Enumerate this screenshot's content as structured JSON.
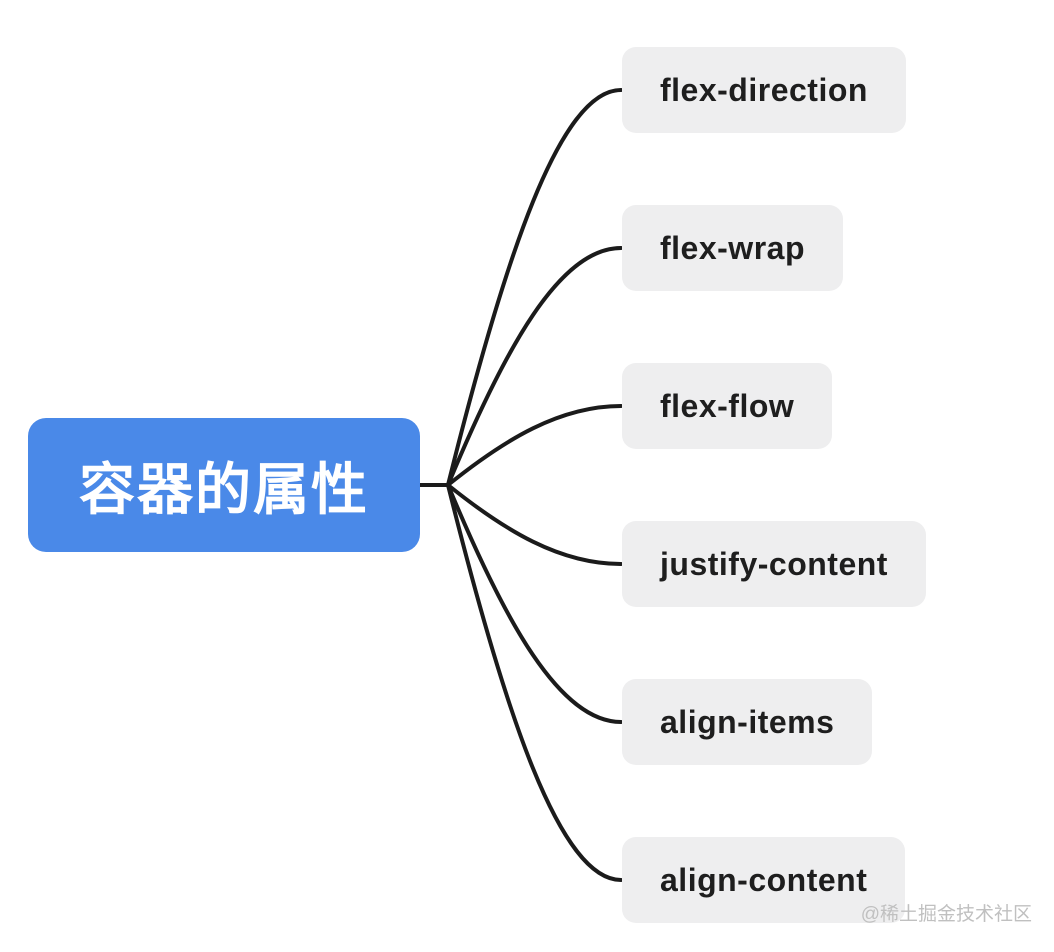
{
  "diagram": {
    "type": "mindmap",
    "root": {
      "label": "容器的属性"
    },
    "children": [
      {
        "label": "flex-direction"
      },
      {
        "label": "flex-wrap"
      },
      {
        "label": "flex-flow"
      },
      {
        "label": "justify-content"
      },
      {
        "label": "align-items"
      },
      {
        "label": "align-content"
      }
    ]
  },
  "watermark": "@稀土掘金技术社区",
  "colors": {
    "background": "#ffffff",
    "root_bg": "#4a89e8",
    "root_text": "#ffffff",
    "node_bg": "#eeeeef",
    "node_text": "#1e1e1e",
    "connector": "#1b1b1b",
    "watermark_text": "#c0c0c0"
  }
}
